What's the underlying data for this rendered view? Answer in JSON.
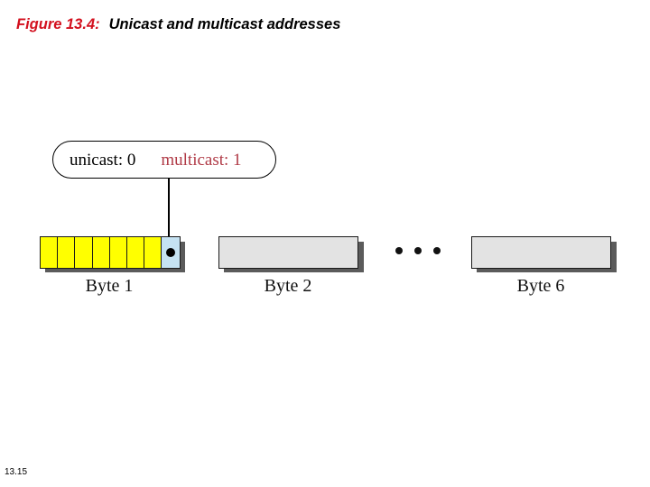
{
  "figure": {
    "label": "Figure 13.4:",
    "caption": "Unicast and multicast addresses",
    "label_color": "#d3111f",
    "caption_color": "#000000"
  },
  "callout": {
    "unicast_text": "unicast: 0",
    "multicast_text": "multicast: 1",
    "unicast_color": "#000000",
    "multicast_color": "#b03a46"
  },
  "diagram": {
    "byte1": {
      "label": "Byte 1",
      "bit_count": 8,
      "filled_color": "#ffff00",
      "flag_cell_index": 7,
      "flag_cell_color": "#c5e2f2",
      "flag_dot_color": "#000000"
    },
    "byte2": {
      "label": "Byte 2",
      "fill_color": "#e3e3e3"
    },
    "byte6": {
      "label": "Byte 6",
      "fill_color": "#e3e3e3"
    },
    "ellipsis": "• • •",
    "shadow_color": "#5b5b5b",
    "border_color": "#1a1a1a"
  },
  "footer": {
    "slide_number": "13.15"
  }
}
